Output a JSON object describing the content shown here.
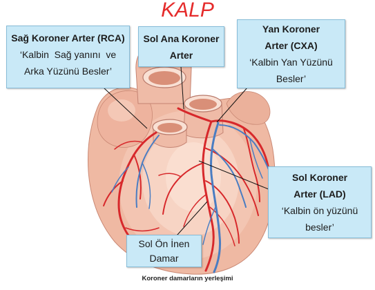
{
  "title": "KALP",
  "callouts": {
    "rca": {
      "title_lines": [
        "Sağ Koroner Arter (RCA)"
      ],
      "text_lines": [
        "‘Kalbin  Sağ yanını  ve",
        "Arka Yüzünü Besler’"
      ]
    },
    "left_main": {
      "title_lines": [
        "Sol Ana Koroner",
        "Arter"
      ]
    },
    "cxa": {
      "title_lines": [
        "Yan Koroner",
        "Arter (CXA)"
      ],
      "text_lines": [
        "‘Kalbin Yan Yüzünü",
        "Besler’"
      ]
    },
    "lad": {
      "title_lines": [
        "Sol Koroner",
        "Arter (LAD)"
      ],
      "text_lines": [
        "‘Kalbin ön yüzünü",
        "besler’"
      ]
    },
    "anterior_descending": {
      "text_lines": [
        "Sol Ön İnen",
        "Damar"
      ]
    }
  },
  "caption": "Koroner damarların yerleşimi",
  "colors": {
    "title": "#e52b2b",
    "callout_bg": "#c9e9f7",
    "callout_border": "#86bcd8",
    "artery": "#d7282b",
    "vein": "#4a7dc2",
    "leader_line": "#111111"
  }
}
